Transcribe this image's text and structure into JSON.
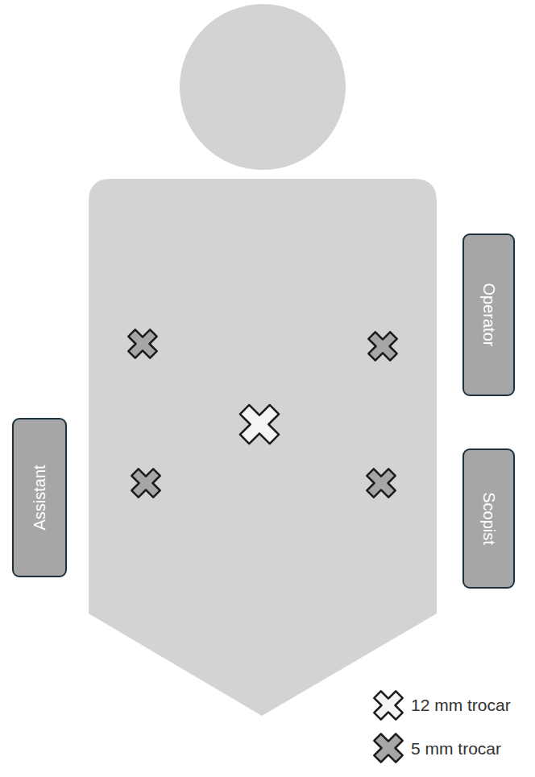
{
  "diagram": {
    "nodes": [
      {
        "text": [
          "Operator"
        ]
      },
      {
        "text": [
          "Assistant"
        ]
      },
      {
        "text": [
          "Scopist"
        ]
      }
    ],
    "legend": [
      {
        "text": "12 mm trocar"
      },
      {
        "text": "5 mm trocar"
      }
    ]
  }
}
